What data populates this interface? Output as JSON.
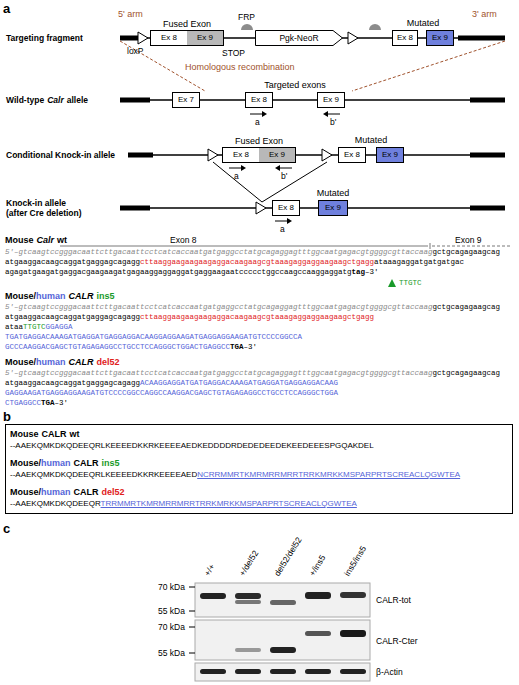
{
  "diagram": {
    "nodes": [
      {
        "text": [
          "Fused Exon"
        ]
      },
      {
        "text": [
          "Ex 8"
        ],
        "in": 0
      },
      {
        "text": [
          "Ex 9"
        ],
        "in": 0
      },
      {
        "text": [
          "Pgk-NeoR"
        ]
      },
      {
        "text": [
          "Mutated"
        ]
      },
      {
        "text": [
          "Ex 8"
        ],
        "in": 4
      },
      {
        "text": [
          "Ex 9"
        ],
        "in": 4
      },
      {
        "text": [
          "Ex 7"
        ]
      },
      {
        "text": [
          "Targeted exons"
        ]
      },
      {
        "text": [
          "Ex 8"
        ],
        "in": 8
      },
      {
        "text": [
          "Ex 9"
        ],
        "in": 8
      },
      {
        "text": [
          "Fused Exon"
        ]
      },
      {
        "text": [
          "Ex 8"
        ],
        "in": 11
      },
      {
        "text": [
          "Ex 9"
        ],
        "in": 11
      },
      {
        "text": [
          "Mutated"
        ]
      },
      {
        "text": [
          "Ex 8"
        ],
        "in": 14
      },
      {
        "text": [
          "Ex 9"
        ],
        "in": 14
      },
      {
        "text": [
          "Ex 8"
        ]
      },
      {
        "text": [
          "Mutated"
        ]
      },
      {
        "text": [
          "Ex 9"
        ],
        "in": 18
      },
      {
        "text": [
          "Mouse",
          "CALR",
          "wt",
          "--AAEKQMKDKQDEEQRLKEEEEDKKRKEEEEAEDKEDDDDRDEDEDEEDEKEEDEEESPGQAKDEL",
          "Mouse/",
          "human",
          "CALR",
          "ins5",
          "--AAEKQMKDKQDEEQRLKEEEEDKKRKEEEEAED",
          "NCRRMMRTKMRMRRMRRTRRKMRKKMSPARPRTSCREACLQGWTEA",
          "Mouse/",
          "human",
          "CALR",
          "del52",
          "--AAEKQMKDKQDEEQR",
          "TRRMMRTKMRMRRMRRTRRKMRKKMSPARPRTSCREACLQGWTEA"
        ]
      }
    ],
    "labels": [
      "a",
      "5' arm",
      "3' arm",
      "Targeting fragment",
      "loxP",
      "STOP",
      "FRP",
      "Homologous recombination",
      "Wild-type",
      "Calr",
      "allele",
      "a",
      "b'",
      "Conditional Knock-in allele",
      "a",
      "b'",
      "Knock-in allele",
      "(after Cre deletion)",
      "a",
      "Mouse",
      "Calr",
      "wt",
      "Exon 8",
      "Exon 9",
      "5'–gtcaagtccgggacaattcttgacaattcctcatcaccaatgatgaggcctatgcagaggagtttggcaatgagacgtggggcgttaccaag",
      "gctgcagagaagcag",
      "atgaaggacaagcaggatgaggagcagagg",
      "cttaaggaagaagaagaggacaagaagcgtaaagaggaggaagaagctgagg",
      "ataaagaggatgatgatgac",
      "agagatgaagatgaggacgaagaagatgagaaggaggaggatgaggaagaatccccctggccaagccaaggaggatg",
      "tag",
      "–3'",
      "TTGTC",
      "Mouse/",
      "human",
      "CALR",
      "ins5",
      "5'–gtcaagtccgggacaattcttgacaattcctcatcaccaatgatgaggcctatgcagaggagtttggcaatgagacgtggggcgttaccaag",
      "gctgcagagaagcag",
      "atgaaggacaagcaggatgaggagcagagg",
      "cttaaggaagaagaagaggacaagaagcgtaaagaggaggaagaagctgagg",
      "ataa",
      "TTGTC",
      "GGAGGA",
      "TGATGAGGACAAAGATGAGGATGAGGAGGACAAGGAGGAAGATGAGGAGGAAGATGTCCCCGGCCA",
      "GCCCAAGGACGAGCTGTAGAGAGGCCTGCCTCCAGGGCTGGACTGAGGCC",
      "TGA",
      "–3'",
      "Mouse/",
      "human",
      "CALR",
      "del52",
      "5'–gtcaagtccgggacaattcttgacaattcctcatcaccaatgatgaggcctatgcagaggagtttggcaatgagacgtggggcgttaccaag",
      "gctgcagagaagcag",
      "atgaaggacaagcaggatgaggagcagagg",
      "ACAAGGAGGATGATGAGGACAAAGATGAGGATGAGGAGGACAAG",
      "GAGGAAGATGAGGAGGAAGATGTCCCCGGCCAGGCCAAGGACGAGCTGTAGAGAGGCCTGCCTCCAGGGCTGGA",
      "CTGAGGCC",
      "TGA",
      "–3'",
      "b",
      "c",
      "+/+",
      "+/del52",
      "del52/del52",
      "+/ins5",
      "ins5/ins5",
      "70 kDa",
      "55 kDa",
      "70 kDa",
      "55 kDa",
      "CALR-tot",
      "CALR-Cter",
      "β-Actin"
    ]
  }
}
